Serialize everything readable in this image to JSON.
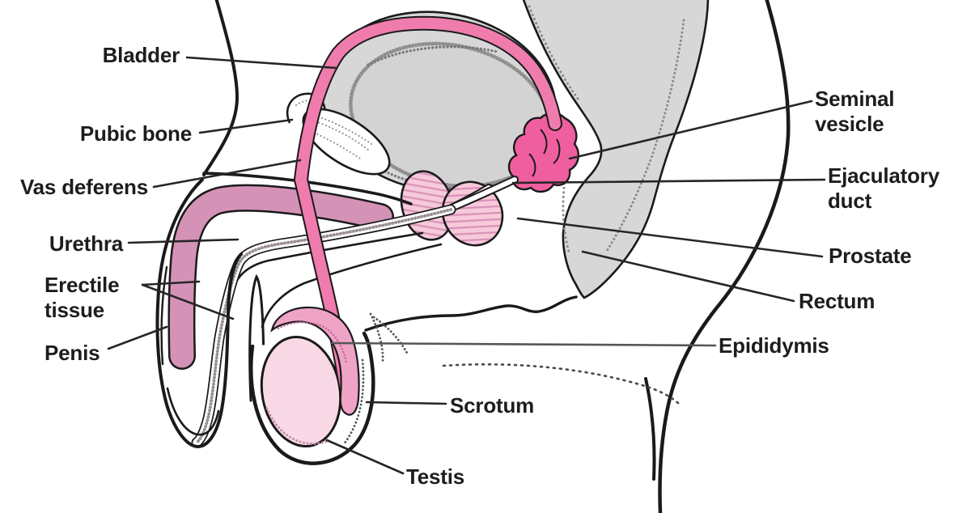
{
  "diagram": {
    "labels": {
      "bladder": "Bladder",
      "pubic_bone": "Pubic bone",
      "vas_deferens": "Vas deferens",
      "urethra": "Urethra",
      "erectile_tissue": "Erectile\ntissue",
      "penis": "Penis",
      "seminal_vesicle": "Seminal\nvesicle",
      "ejaculatory_duct": "Ejaculatory\nduct",
      "prostate": "Prostate",
      "rectum": "Rectum",
      "epididymis": "Epididymis",
      "scrotum": "Scrotum",
      "testis": "Testis"
    },
    "colors": {
      "background": "#FFFFFF",
      "outline": "#1A1A1A",
      "leader": "#262626",
      "leader_gray": "#555555",
      "label_text": "#1D1D1D",
      "organ_gray": "#D7D7D7",
      "organ_gray_inner": "#D3D3D3",
      "stipple_gray": "#8A8A8A",
      "vas_deferens_pink": "#F07CAD",
      "seminal_vesicle_pink": "#EF5F9F",
      "erectile_tissue_mauve": "#D592B7",
      "prostate_light_pink": "#F6C9DB",
      "prostate_hatch_pink": "#D892B6",
      "epididymis_pink": "#EFA4C6",
      "testis_pale_pink": "#F9D9E6"
    }
  }
}
